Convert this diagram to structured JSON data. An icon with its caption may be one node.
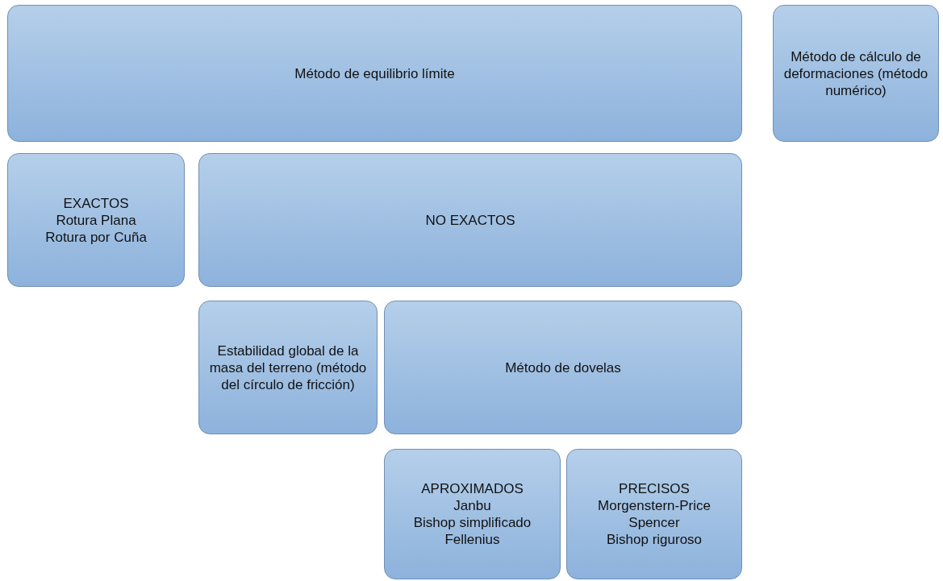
{
  "diagram": {
    "nodes": [
      {
        "text": [
          "Método de equilibrio límite"
        ]
      },
      {
        "text": [
          "Método de cálculo de deformaciones (método numérico)"
        ]
      },
      {
        "text": [
          "EXACTOS",
          "Rotura Plana",
          "Rotura por Cuña"
        ]
      },
      {
        "text": [
          "NO EXACTOS"
        ]
      },
      {
        "text": [
          "Estabilidad global de la masa del terreno (método del círculo de fricción)"
        ]
      },
      {
        "text": [
          "Método de dovelas"
        ]
      },
      {
        "text": [
          "APROXIMADOS",
          "Janbu",
          "Bishop simplificado",
          "Fellenius"
        ]
      },
      {
        "text": [
          "PRECISOS",
          "Morgenstern-Price",
          "Spencer",
          "Bishop riguroso"
        ]
      }
    ]
  }
}
